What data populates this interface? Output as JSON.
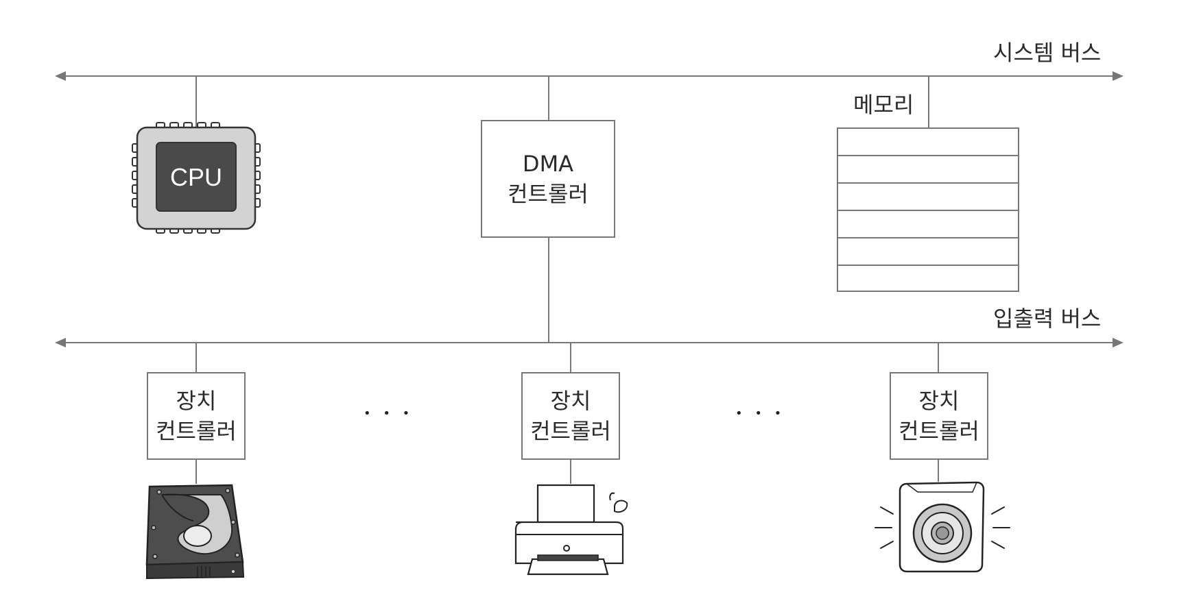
{
  "system_bus": {
    "label": "시스템 버스"
  },
  "io_bus": {
    "label": "입출력 버스"
  },
  "cpu": {
    "label": "CPU",
    "icon": "cpu-chip-icon"
  },
  "dma": {
    "line1": "DMA",
    "line2": "컨트롤러"
  },
  "memory": {
    "label": "메모리",
    "rows": 6
  },
  "device_controllers": [
    {
      "line1": "장치",
      "line2": "컨트롤러",
      "device_icon": "hard-disk-icon"
    },
    {
      "line1": "장치",
      "line2": "컨트롤러",
      "device_icon": "printer-icon"
    },
    {
      "line1": "장치",
      "line2": "컨트롤러",
      "device_icon": "speaker-icon"
    }
  ],
  "ellipsis": "• • •",
  "colors": {
    "line": "#777777",
    "chip_dark": "#4a4a4a",
    "chip_light": "#d3d3d3",
    "text": "#2a2a2a"
  }
}
